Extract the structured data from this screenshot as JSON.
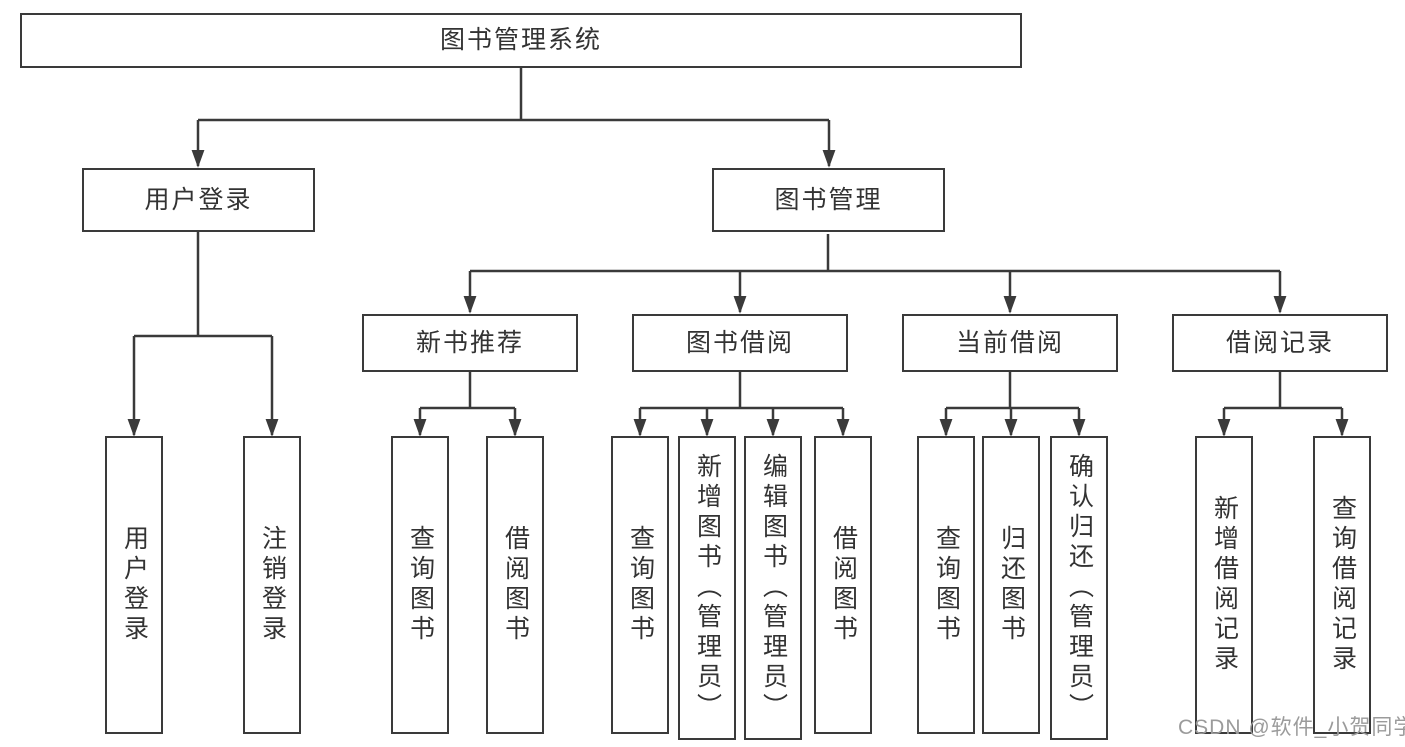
{
  "diagram": {
    "root": "图书管理系统",
    "branches": [
      {
        "label": "用户登录",
        "leaves": [
          "用户登录",
          "注销登录"
        ]
      },
      {
        "label": "图书管理",
        "groups": [
          {
            "label": "新书推荐",
            "leaves": [
              "查询图书",
              "借阅图书"
            ]
          },
          {
            "label": "图书借阅",
            "leaves": [
              "查询图书",
              "新增图书（管理员）",
              "编辑图书（管理员）",
              "借阅图书"
            ]
          },
          {
            "label": "当前借阅",
            "leaves": [
              "查询图书",
              "归还图书",
              "确认归还（管理员）"
            ]
          },
          {
            "label": "借阅记录",
            "leaves": [
              "新增借阅记录",
              "查询借阅记录"
            ]
          }
        ]
      }
    ]
  },
  "watermark": {
    "text": "CSDN @软件_小贺同学",
    "color": "#9b9b9b"
  },
  "colors": {
    "line": "#3a3a3a",
    "box_border": "#3a3a3a",
    "box_fill": "#ffffff",
    "text": "#333333",
    "background": "#ffffff"
  }
}
